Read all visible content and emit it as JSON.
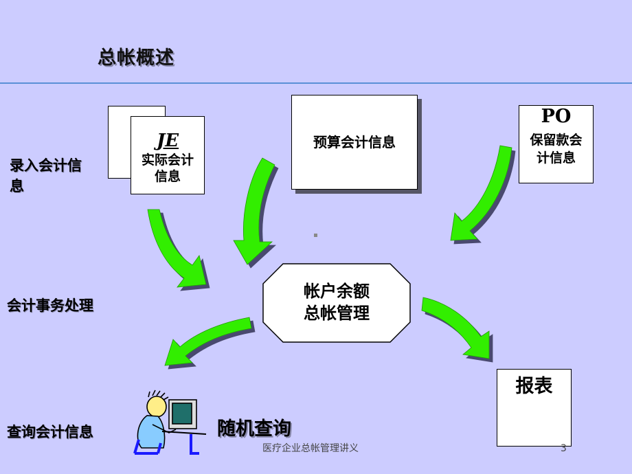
{
  "title": "总帐概述",
  "side_labels": {
    "input": "录入会计信息",
    "process": "会计事务处理",
    "query": "查询会计信息"
  },
  "je_box": {
    "mark": "JE",
    "label_line1": "实际会计",
    "label_line2": "信息"
  },
  "budget_box": {
    "label": "预算会计信息"
  },
  "po_box": {
    "mark": "PO",
    "label_line1": "保留款会",
    "label_line2": "计信息"
  },
  "center_box": {
    "line1": "帐户余额",
    "line2": "总帐管理"
  },
  "report_box": {
    "label": "报表"
  },
  "query_label": "随机查询",
  "footer": {
    "text": "医疗企业总帐管理讲义",
    "page": "3"
  },
  "icons": {
    "arrows": "green-curved-arrow",
    "person": "person-at-computer-icon"
  },
  "colors": {
    "background": "#ccccff",
    "arrow": "#33ff00",
    "rule": "#5a8fd6"
  }
}
